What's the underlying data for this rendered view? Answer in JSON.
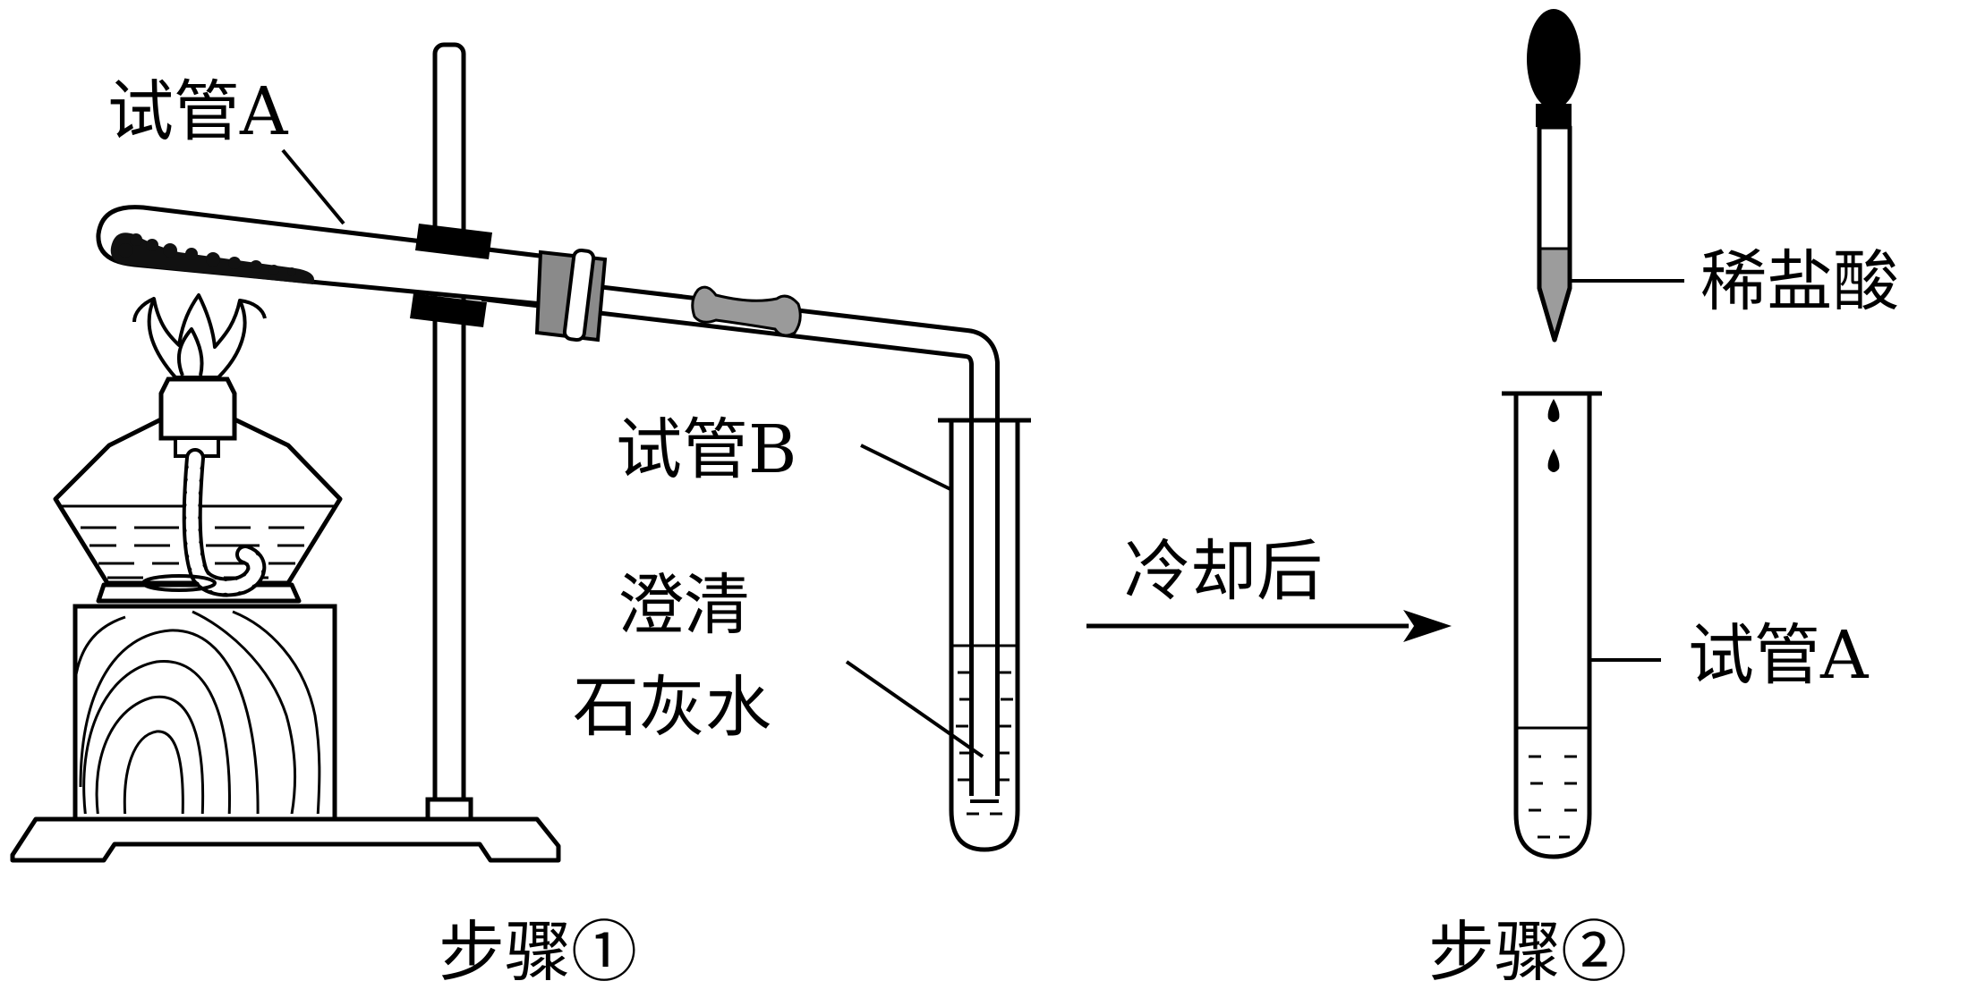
{
  "labels": {
    "tube_a_step1": "试管A",
    "tube_b": "试管B",
    "limewater_line1": "澄清",
    "limewater_line2": "石灰水",
    "arrow_text": "冷却后",
    "dilute_hcl": "稀盐酸",
    "tube_a_step2": "试管A",
    "step1": "步骤①",
    "step2": "步骤②"
  },
  "colors": {
    "ink": "#000000",
    "stopper_gray": "#8a8a8a",
    "hose_gray": "#9a9a9a",
    "acid_gray": "#9c9c9c"
  }
}
